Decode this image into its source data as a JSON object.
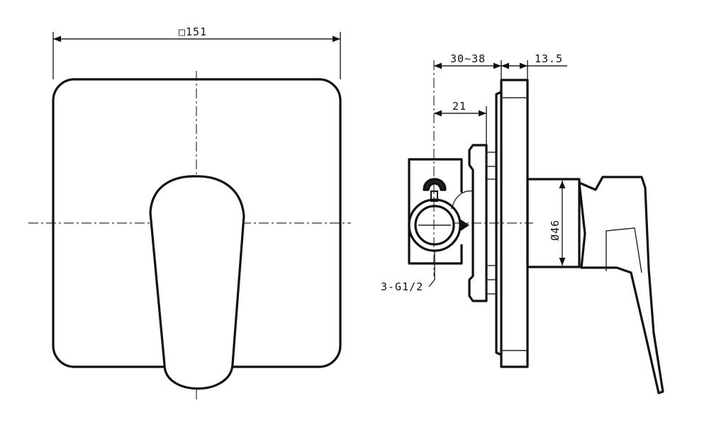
{
  "front_view": {
    "width_dimension": "□151"
  },
  "side_view": {
    "depth_range_dimension": "30~38",
    "plate_thickness_dimension": "13.5",
    "body_offset_dimension": "21",
    "stem_diameter_dimension": "Ø46",
    "connection_label": "3-G1/2"
  },
  "colors": {
    "line": "#111111",
    "background": "#ffffff"
  }
}
